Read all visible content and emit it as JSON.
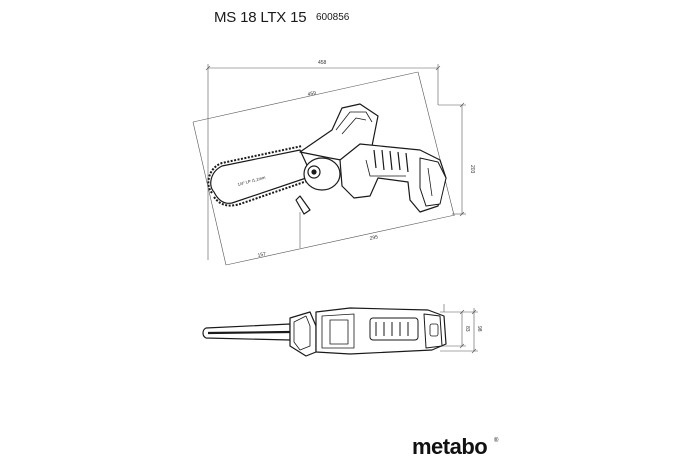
{
  "header": {
    "model": "MS 18 LTX 15",
    "article_number": "600856"
  },
  "dimensions": {
    "total_length": "458",
    "body_length": "459",
    "height": "203",
    "bar_offset": "157",
    "handle_length": "295",
    "side_height_inner": "83",
    "side_height_outer": "98"
  },
  "chain_label": "1/4\" LP /1,1mm",
  "brand": {
    "logo": "metabo",
    "registered": "®"
  },
  "colors": {
    "line": "#1a1a1a",
    "dim_line": "#555555"
  }
}
